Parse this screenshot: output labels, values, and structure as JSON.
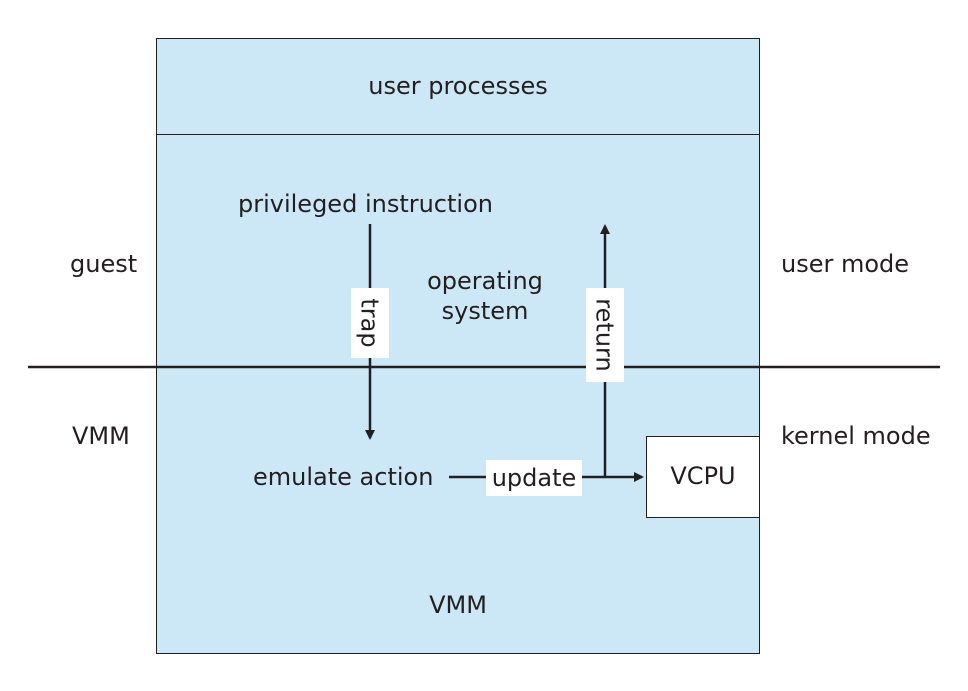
{
  "diagram": {
    "top_region_label": "user processes",
    "privileged_label": "privileged instruction",
    "os_label_line1": "operating",
    "os_label_line2": "system",
    "trap_label": "trap",
    "return_label": "return",
    "emulate_label": "emulate action",
    "update_label": "update",
    "vcpu_label": "VCPU",
    "vmm_inner_label": "VMM",
    "left_top_label": "guest",
    "left_bottom_label": "VMM",
    "right_top_label": "user mode",
    "right_bottom_label": "kernel mode"
  },
  "colors": {
    "box_fill": "#cce8f6",
    "line": "#231f20",
    "background": "#ffffff"
  }
}
